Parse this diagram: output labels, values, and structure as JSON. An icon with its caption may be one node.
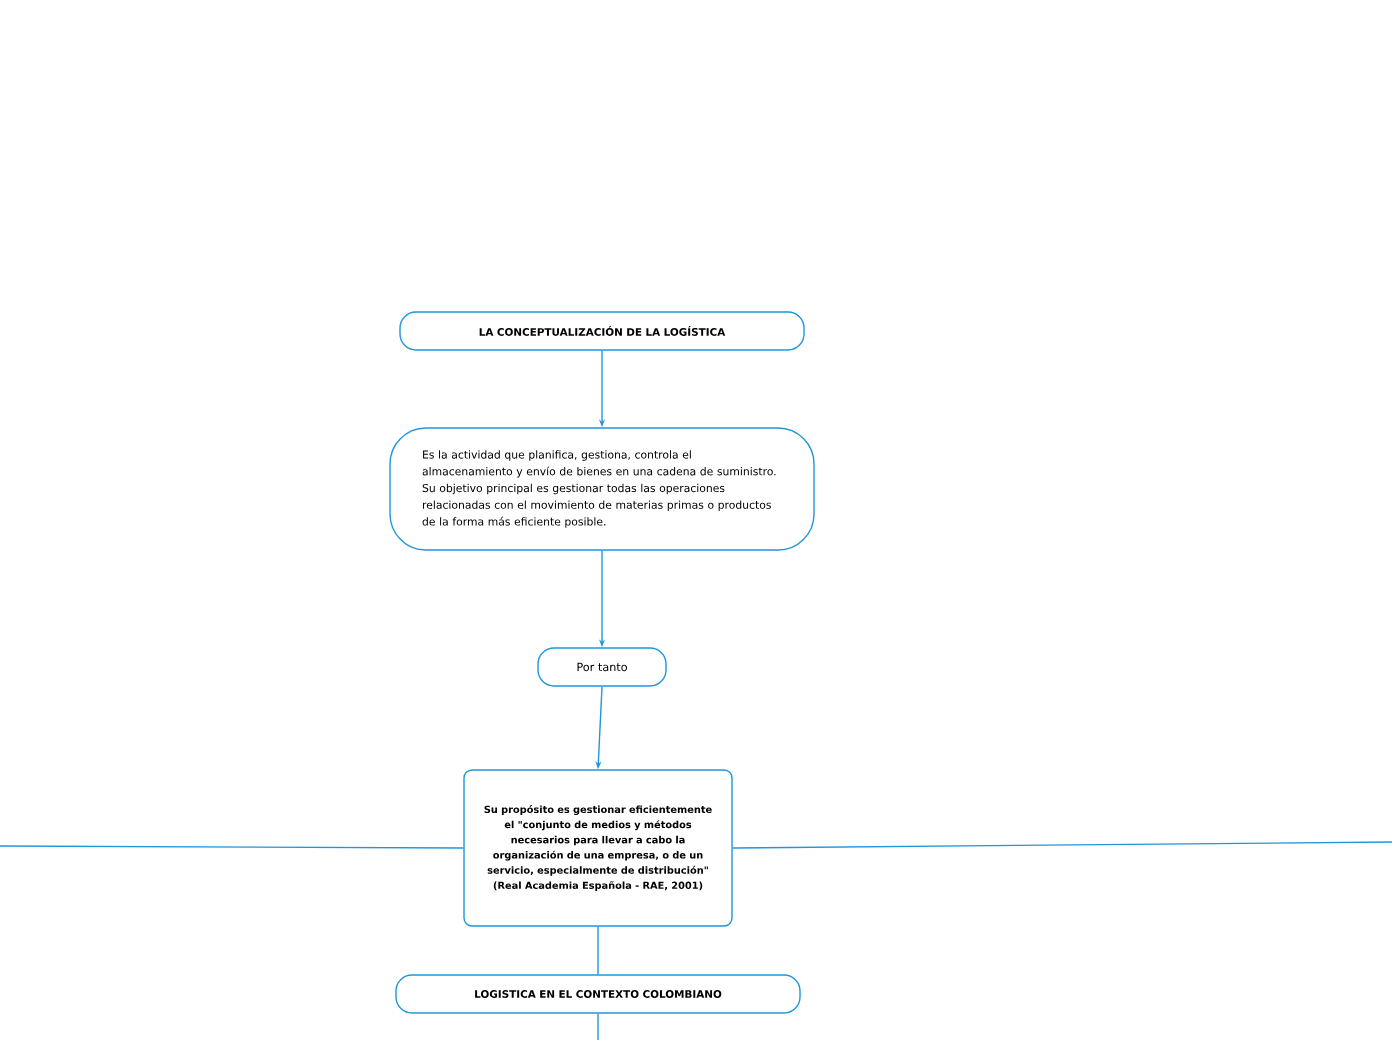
{
  "diagram": {
    "nodes": [
      {
        "text": [
          "LA CONCEPTUALIZACIÓN DE LA LOGÍSTICA"
        ]
      },
      {
        "text": [
          "Es la actividad que planifica, gestiona, controla el almacenamiento y envío de bienes en una cadena de suministro. Su objetivo principal es gestionar todas las operaciones relacionadas con el movimiento de materias primas o productos de la forma más eficiente posible."
        ]
      },
      {
        "text": [
          "Por tanto"
        ]
      },
      {
        "text": [
          "Su propósito es  gestionar eficientemente el \"conjunto de medios y métodos necesarios para llevar a cabo la organización de una empresa, o de un servicio, especialmente de distribución\" (Real Academia Española - RAE, 2001)"
        ]
      },
      {
        "text": [
          "LOGISTICA EN EL CONTEXTO COLOMBIANO"
        ]
      }
    ],
    "edges": [
      {
        "from": 0,
        "to": 1,
        "arrow": "to"
      },
      {
        "from": 1,
        "to": 2,
        "arrow": "to"
      },
      {
        "from": 2,
        "to": 3,
        "arrow": "to"
      },
      {
        "from": 3,
        "to": null,
        "arrow": "none"
      },
      {
        "from": 3,
        "to": null,
        "arrow": "none"
      },
      {
        "from": 3,
        "to": 4,
        "arrow": "none"
      },
      {
        "from": 4,
        "to": null,
        "arrow": "none"
      }
    ]
  }
}
